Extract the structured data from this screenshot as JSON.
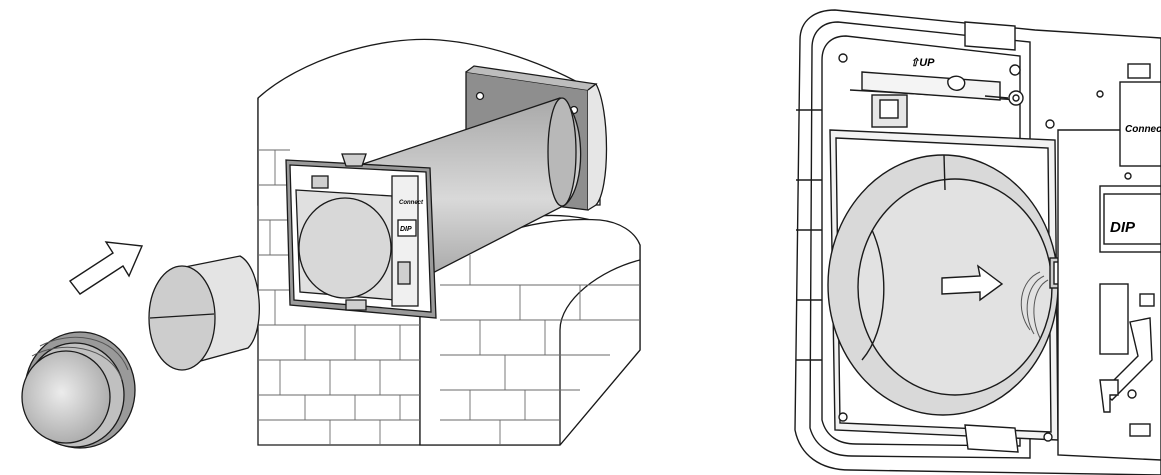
{
  "labels": {
    "up": "⇧UP",
    "connect_small": "Connect",
    "dip_small": "DIP",
    "connect_large": "Connect",
    "dip_large": "DIP"
  },
  "colors": {
    "line": "#1a1a1a",
    "fill_light": "#e2e2e2",
    "fill_mid": "#cfcfcf",
    "fill_dark": "#8c8c8c",
    "wall": "#ffffff"
  }
}
